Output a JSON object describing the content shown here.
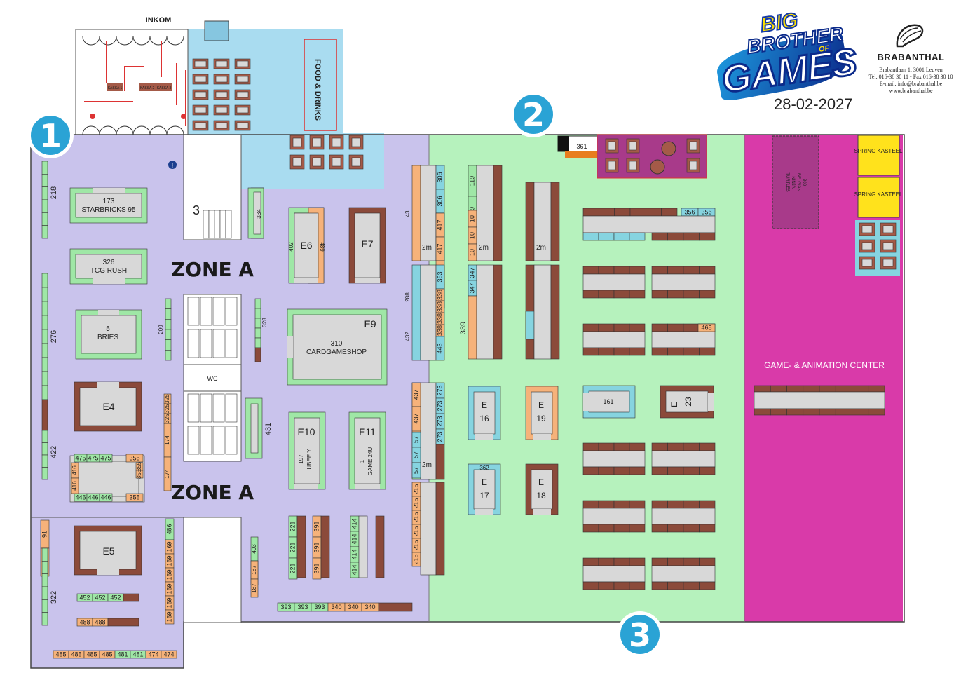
{
  "header": {
    "entrance_label": "INKOM",
    "event_logo": {
      "line1": "BIG",
      "line2": "BROTHER",
      "line3": "OF",
      "line4": "GAMES",
      "primary_color": "#1238a8",
      "accent_color": "#ffe000"
    },
    "event_date": "28-02-2027",
    "venue": {
      "name": "BRABANTHAL",
      "address": "Brabantlaan 1, 3001 Leuven",
      "phone": "Tel. 016-38 30 11 • Fax 016-38 30 10",
      "email": "E-mail: info@brabanthal.be",
      "web": "www.brabanthal.be"
    }
  },
  "colors": {
    "zone_a": "#c9c3ec",
    "green_hall": "#b6f2bd",
    "animation_center": "#d93aa9",
    "food_area": "#a9dcf0",
    "booth_brown": "#8b4a3a",
    "booth_green": "#9fe7a6",
    "booth_orange": "#f6b27a",
    "booth_blue": "#86d4e0",
    "booth_grey": "#d8d8d8",
    "yellow": "#ffe21c",
    "marker": "#2aa3d5"
  },
  "markers": [
    {
      "num": "1"
    },
    {
      "num": "2"
    },
    {
      "num": "3"
    }
  ],
  "zones": {
    "zone_a_top": "ZONE A",
    "zone_a_bottom": "ZONE A"
  },
  "areas": {
    "food": "FOOD & DRINKS",
    "wc": "WC",
    "room_3": "3",
    "kassa": [
      "KASSA 1",
      "KASSA 2",
      "KASSA 3"
    ],
    "animation_center": "GAME- & ANIMATION CENTER",
    "spring_kasteel": [
      "SPRING KASTEEL",
      "SPRING KASTEEL"
    ],
    "turtles": [
      "908",
      "BELGIAN",
      "NINJA",
      "TURTLES"
    ]
  },
  "islands": {
    "starbricks": {
      "num": "173",
      "name": "STARBRICKS 95"
    },
    "tcg_rush": {
      "num": "326",
      "name": "TCG RUSH"
    },
    "bries": {
      "num": "5",
      "name": "BRIES"
    },
    "cardgameshop": {
      "num": "310",
      "name": "CARDGAMESHOP",
      "code": "E9"
    },
    "e10": {
      "code": "E10",
      "num": "197",
      "name": "UBEE Y"
    },
    "e11": {
      "code": "E11",
      "num": "1",
      "name": "GAME 24U"
    },
    "e4": "E4",
    "e5": "E5",
    "e6": "E6",
    "e7": "E7",
    "e6_booths": [
      "402",
      "489"
    ],
    "e16": [
      "E",
      "16"
    ],
    "e17": [
      "E",
      "17"
    ],
    "e18": [
      "E",
      "18"
    ],
    "e19": [
      "E",
      "19"
    ],
    "e23": [
      "E",
      "23"
    ],
    "e17_tag": "362",
    "b161": "161",
    "b361": "361"
  },
  "wall_labels": {
    "w218": "218",
    "w276": "276",
    "w422": "422",
    "w322": "322",
    "w209": "209",
    "w328": "328",
    "w431": "431",
    "w334": "334",
    "w43": "43",
    "w288": "288",
    "w432": "432",
    "w339": "339",
    "gap": "2m"
  },
  "booth_rows": {
    "r475": [
      "475",
      "475",
      "475"
    ],
    "r446": [
      "446",
      "446",
      "446"
    ],
    "r416": [
      "416",
      "416"
    ],
    "r355": [
      "355",
      "355",
      "355",
      "355"
    ],
    "r452": [
      "452",
      "452",
      "452"
    ],
    "r488": [
      "488",
      "488"
    ],
    "r485": [
      "485",
      "485",
      "485",
      "485",
      "481",
      "481",
      "474",
      "474"
    ],
    "r393": [
      "393",
      "393",
      "393",
      "340",
      "340",
      "340"
    ],
    "r356": [
      "356",
      "356"
    ],
    "r468": [
      "468"
    ],
    "r91": [
      "91",
      "91"
    ],
    "r486": [
      "486"
    ],
    "r169": [
      "169",
      "169",
      "169",
      "169",
      "169",
      "169"
    ],
    "r174": [
      "174",
      "174"
    ],
    "r325": [
      "325",
      "325",
      "325"
    ],
    "r187": [
      "187",
      "187"
    ],
    "r403": [
      "403",
      "403"
    ],
    "r221": [
      "221",
      "221",
      "221"
    ],
    "r391": [
      "391",
      "391",
      "391"
    ],
    "r414": [
      "414",
      "414",
      "414",
      "414"
    ],
    "r417": [
      "417",
      "417",
      "417",
      "417"
    ],
    "r306": [
      "306",
      "306",
      "306",
      "306"
    ],
    "r110": [
      "10",
      "10",
      "10"
    ],
    "r119": [
      "119",
      "119",
      "119"
    ],
    "r338": [
      "338",
      "338",
      "338",
      "338"
    ],
    "r363": [
      "363"
    ],
    "r443": [
      "443"
    ],
    "r347": [
      "347",
      "347"
    ],
    "r437": [
      "437",
      "437",
      "437"
    ],
    "r57": [
      "57",
      "57",
      "57"
    ],
    "r273": [
      "273",
      "273",
      "273",
      "273"
    ],
    "r215": [
      "215",
      "215",
      "215",
      "215",
      "215",
      "215"
    ]
  }
}
